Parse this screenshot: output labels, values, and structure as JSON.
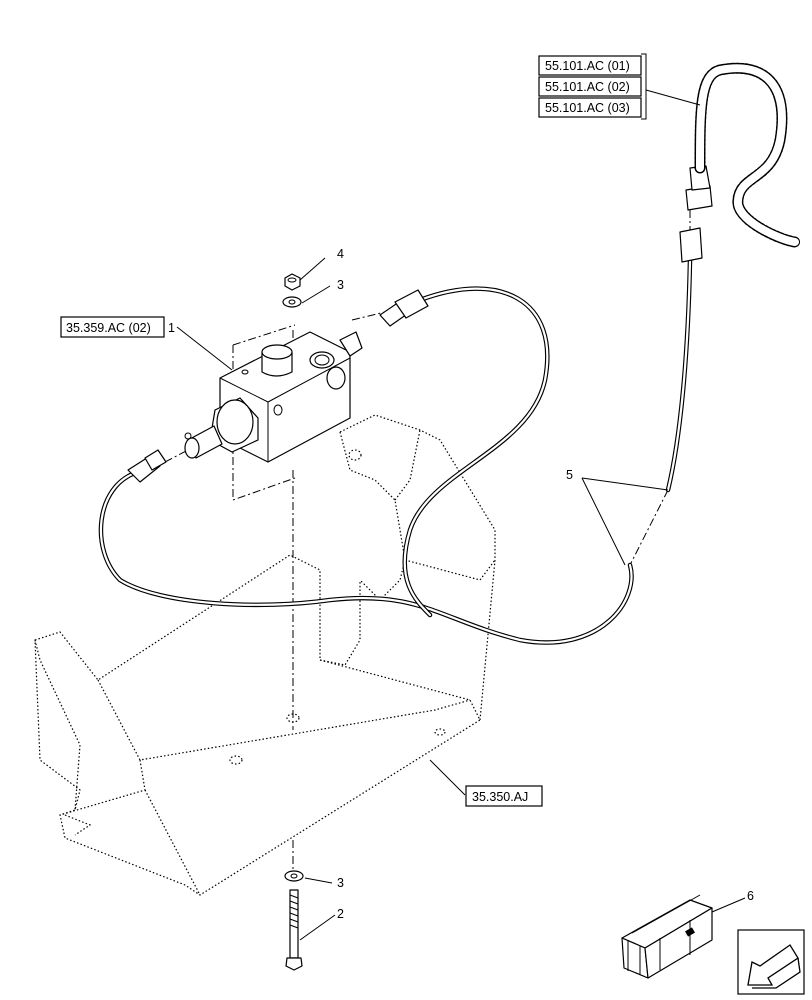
{
  "references": {
    "ref_55_101_01": "55.101.AC (01)",
    "ref_55_101_02": "55.101.AC (02)",
    "ref_55_101_03": "55.101.AC (03)",
    "ref_35_359": "35.359.AC (02)",
    "ref_35_350": "35.350.AJ"
  },
  "callouts": {
    "c1": "1",
    "c2": "2",
    "c3_top": "3",
    "c3_bottom": "3",
    "c4": "4",
    "c5": "5",
    "c6": "6"
  },
  "icons": {
    "kit_box": "kit-box-icon",
    "nav_arrow": "arrow-left-down-icon"
  }
}
